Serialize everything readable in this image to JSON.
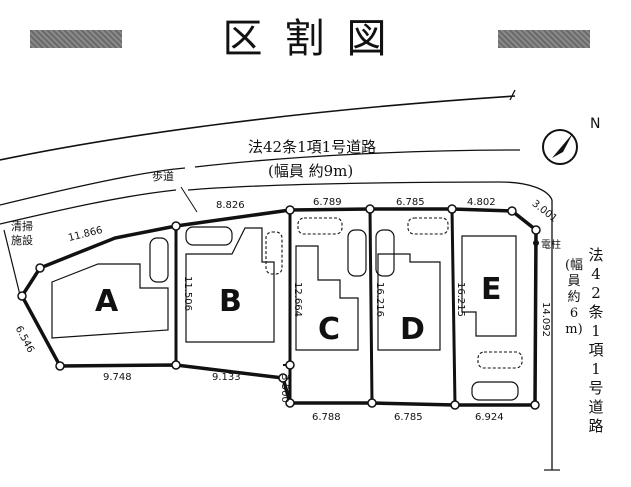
{
  "title": "区割図",
  "north_label": "N",
  "road_north": {
    "name": "法42条1項1号道路",
    "width": "(幅員 約9m)"
  },
  "road_east": {
    "name": "法42条1項1号道路",
    "width": "(幅員 約6m)"
  },
  "labels": {
    "sidewalk": "歩道",
    "cleaning_facility_1": "清掃",
    "cleaning_facility_2": "施設",
    "utility_pole": "電柱"
  },
  "lots": [
    {
      "id": "A",
      "depth": ""
    },
    {
      "id": "B",
      "depth": "11.506"
    },
    {
      "id": "C",
      "depth": "12.664"
    },
    {
      "id": "D",
      "depth": "16.216"
    },
    {
      "id": "E",
      "depth": "16.215"
    }
  ],
  "dimensions": {
    "top": [
      "11.866",
      "8.826",
      "6.789",
      "6.785",
      "4.802",
      "3.001"
    ],
    "bottom": [
      "9.748",
      "9.133",
      "6.788",
      "6.785",
      "6.924"
    ],
    "west": "6.546",
    "east": "14.092",
    "step": "3.500"
  }
}
